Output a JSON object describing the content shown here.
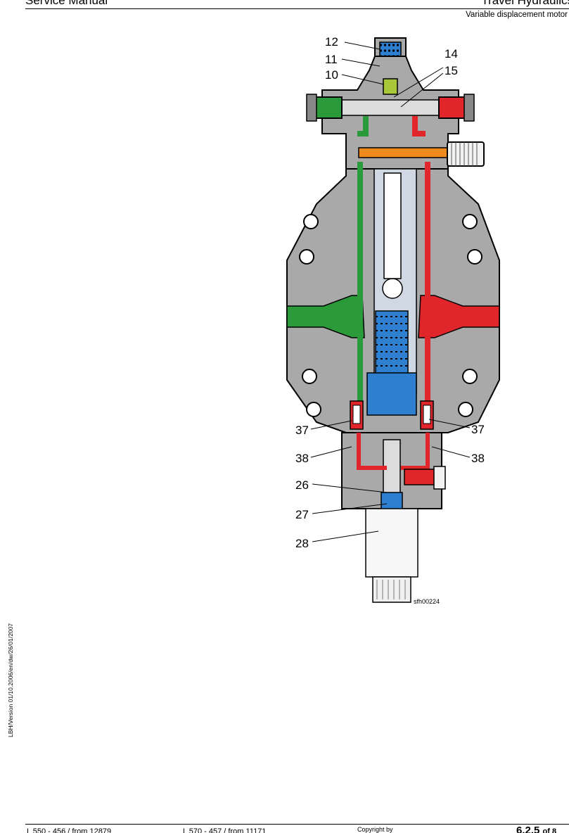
{
  "header": {
    "left_title": "Service Manual",
    "right_title": "Travel Hydraulics",
    "subtitle": "Variable displacement motor"
  },
  "figure": {
    "code": "sfh00224",
    "callouts": {
      "c12": "12",
      "c11": "11",
      "c10": "10",
      "c14": "14",
      "c15": "15",
      "c37l": "37",
      "c37r": "37",
      "c38l": "38",
      "c38r": "38",
      "c26": "26",
      "c27": "27",
      "c28": "28"
    },
    "colors": {
      "housing": "#a9a9a9",
      "pressure_a": "#e0262b",
      "pressure_b": "#2a9a3a",
      "control": "#2e7fd0",
      "pilot": "#ee8a1e"
    }
  },
  "side_note": "LBH/Version 01/10.2006/en/dw/26/01/2007",
  "footer": {
    "models_a": "L 550 - 456 / from 12879",
    "models_b": "L 570 - 457 / from 11171",
    "copyright": "Copyright by",
    "page_number": "6.2.5",
    "page_of": "of 8"
  }
}
